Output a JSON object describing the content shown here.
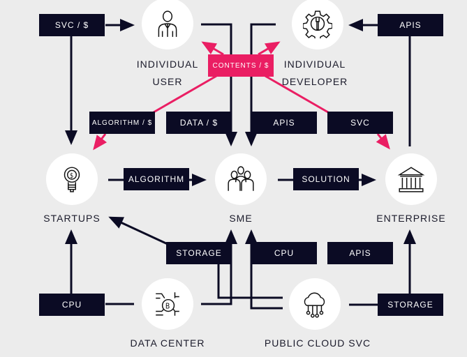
{
  "nodes": {
    "individual_user": [
      "INDIVIDUAL",
      "USER"
    ],
    "individual_developer": [
      "INDIVIDUAL",
      "DEVELOPER"
    ],
    "startups": "STARTUPS",
    "sme": "SME",
    "enterprise": "ENTERPRISE",
    "data_center": "DATA CENTER",
    "public_cloud": "PUBLIC CLOUD SVC"
  },
  "flows": {
    "svc_money": "SVC / $",
    "apis_top": "APIS",
    "contents_money": "CONTENTS / $",
    "algorithm_money": "ALGORITHM / $",
    "data_money": "DATA / $",
    "apis_mid": "APIS",
    "svc": "SVC",
    "algorithm": "ALGORITHM",
    "solution": "SOLUTION",
    "storage_mid": "STORAGE",
    "cpu_mid": "CPU",
    "apis_low": "APIS",
    "cpu_bottom": "CPU",
    "storage_bottom": "STORAGE"
  },
  "colors": {
    "dark": "#0b0b24",
    "accent": "#ea1e63",
    "background": "#ececec"
  }
}
